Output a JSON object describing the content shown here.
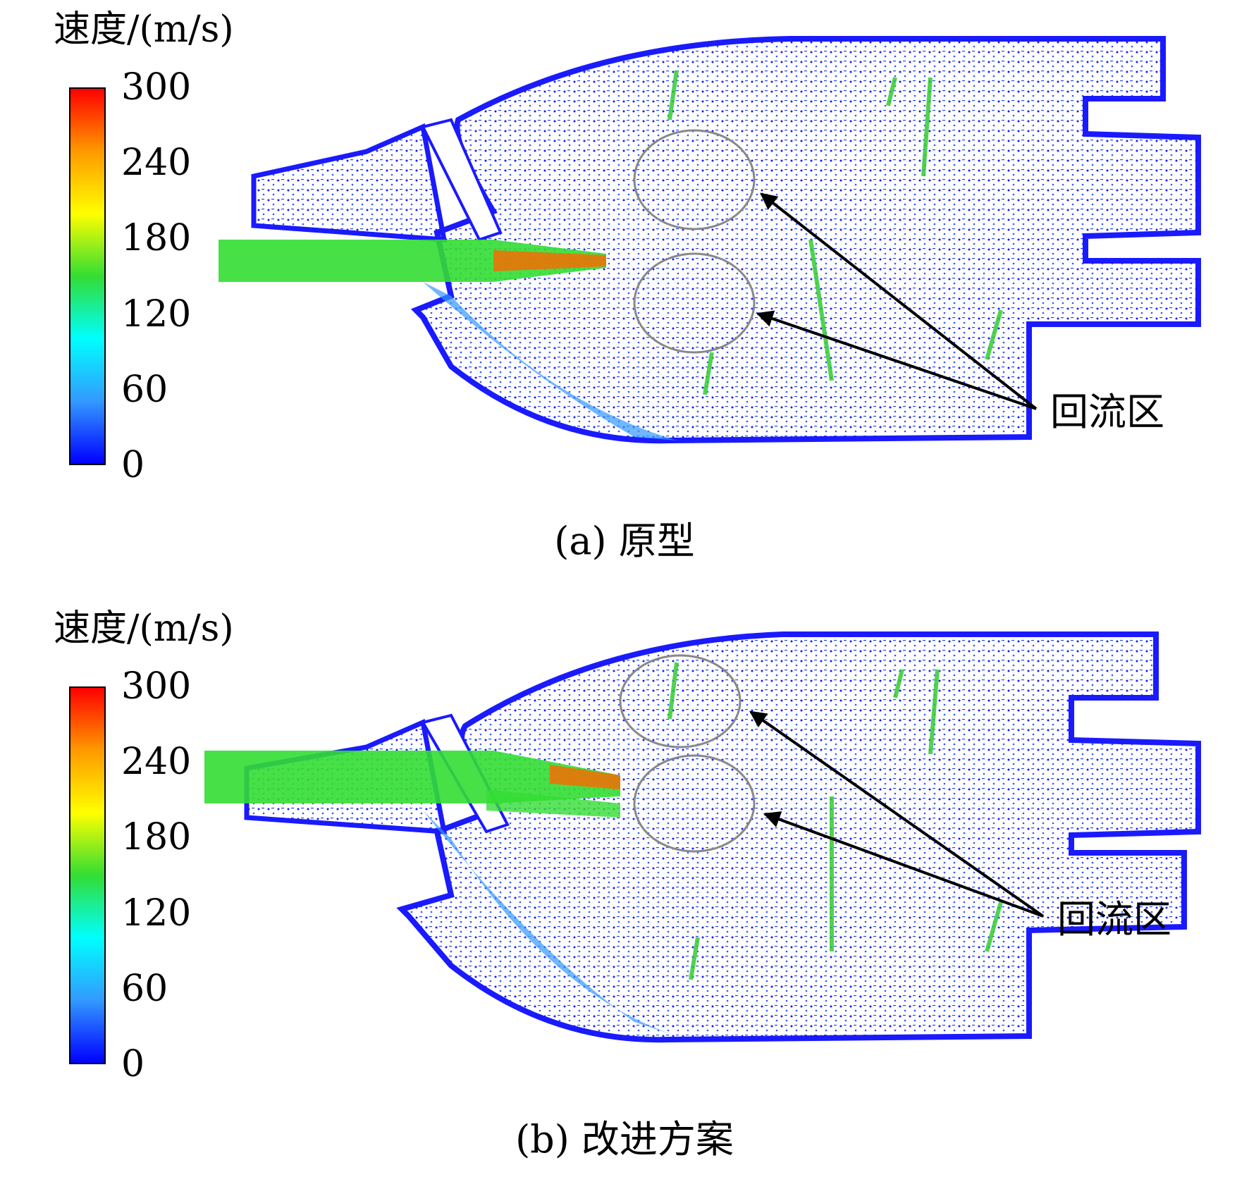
{
  "colorbar": {
    "title": "速度/(m/s)",
    "ticks": [
      "300",
      "240",
      "180",
      "120",
      "60",
      "0"
    ],
    "range": [
      0,
      300
    ],
    "colors": [
      "#ff0000",
      "#ff9900",
      "#ffff00",
      "#33dd33",
      "#00ffff",
      "#3399ff",
      "#0000ff"
    ]
  },
  "panels": [
    {
      "caption": "(a) 原型",
      "callout": "回流区"
    },
    {
      "caption": "(b) 改进方案",
      "callout": "回流区"
    }
  ]
}
